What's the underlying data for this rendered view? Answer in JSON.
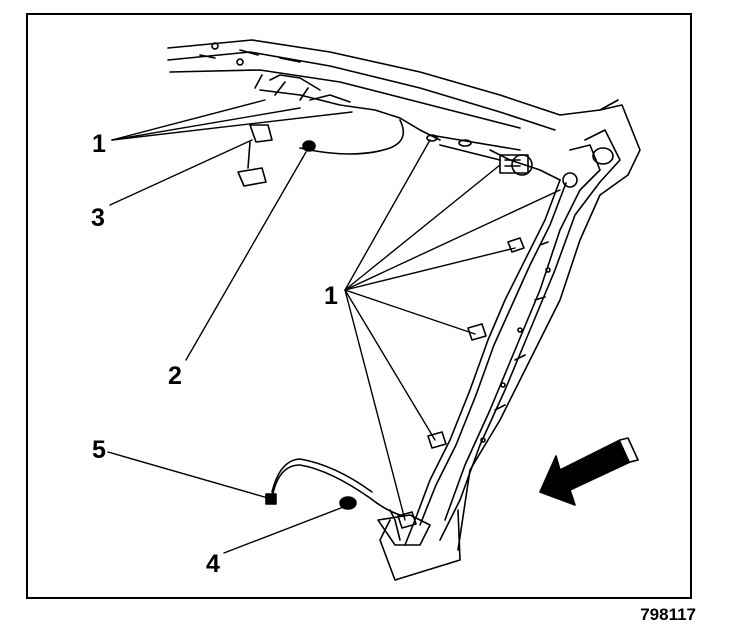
{
  "figure": {
    "id": "798117",
    "callouts": {
      "c1a": "1",
      "c1b": "1",
      "c2": "2",
      "c3": "3",
      "c4": "4",
      "c5": "5"
    }
  }
}
